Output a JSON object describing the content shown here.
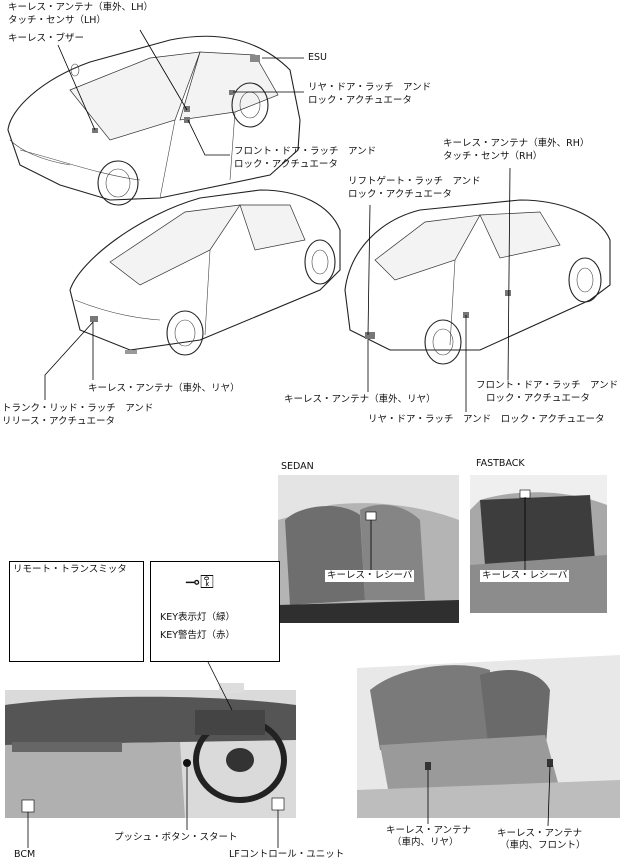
{
  "labels": {
    "keyless_antenna_ext_lh": "キーレス・アンテナ（車外、LH）",
    "touch_sensor_lh": "タッチ・センサ（LH）",
    "keyless_buzzer": "キーレス・ブザー",
    "esu": "ESU",
    "rear_door_latch_1": "リヤ・ドア・ラッチ　アンド",
    "rear_door_latch_2": "ロック・アクチュエータ",
    "front_door_latch_1": "フロント・ドア・ラッチ　アンド",
    "front_door_latch_2": "ロック・アクチュエータ",
    "keyless_antenna_ext_rh": "キーレス・アンテナ（車外、RH）",
    "touch_sensor_rh": "タッチ・センサ（RH）",
    "liftgate_latch_1": "リフトゲート・ラッチ　アンド",
    "liftgate_latch_2": "ロック・アクチュエータ",
    "keyless_antenna_ext_rear_sedan": "キーレス・アンテナ（車外、リヤ）",
    "trunk_lid_latch_1": "トランク・リッド・ラッチ　アンド",
    "trunk_lid_latch_2": "リリース・アクチュエータ",
    "keyless_antenna_ext_rear_fb": "キーレス・アンテナ（車外、リヤ）",
    "front_door_latch_rh_1": "フロント・ドア・ラッチ　アンド",
    "front_door_latch_rh_2": "ロック・アクチュエータ",
    "rear_door_latch_rh": "リヤ・ドア・ラッチ　アンド　ロック・アクチュエータ",
    "sedan": "SEDAN",
    "fastback": "FASTBACK",
    "keyless_receiver_sedan": "キーレス・レシーバ",
    "keyless_receiver_fb": "キーレス・レシーバ",
    "remote_transmitter": "リモート・トランスミッタ",
    "key_indicator_green": "KEY表示灯（緑）",
    "key_warning_red": "KEY警告灯（赤）",
    "keyless_antenna_int_rear_1": "キーレス・アンテナ",
    "keyless_antenna_int_rear_2": "（車内、リヤ）",
    "keyless_antenna_int_front_1": "キーレス・アンテナ",
    "keyless_antenna_int_front_2": "（車内、フロント）",
    "push_button_start": "プッシュ・ボタン・スタート",
    "bcm": "BCM",
    "lf_control_unit": "LFコントロール・ユニット"
  }
}
